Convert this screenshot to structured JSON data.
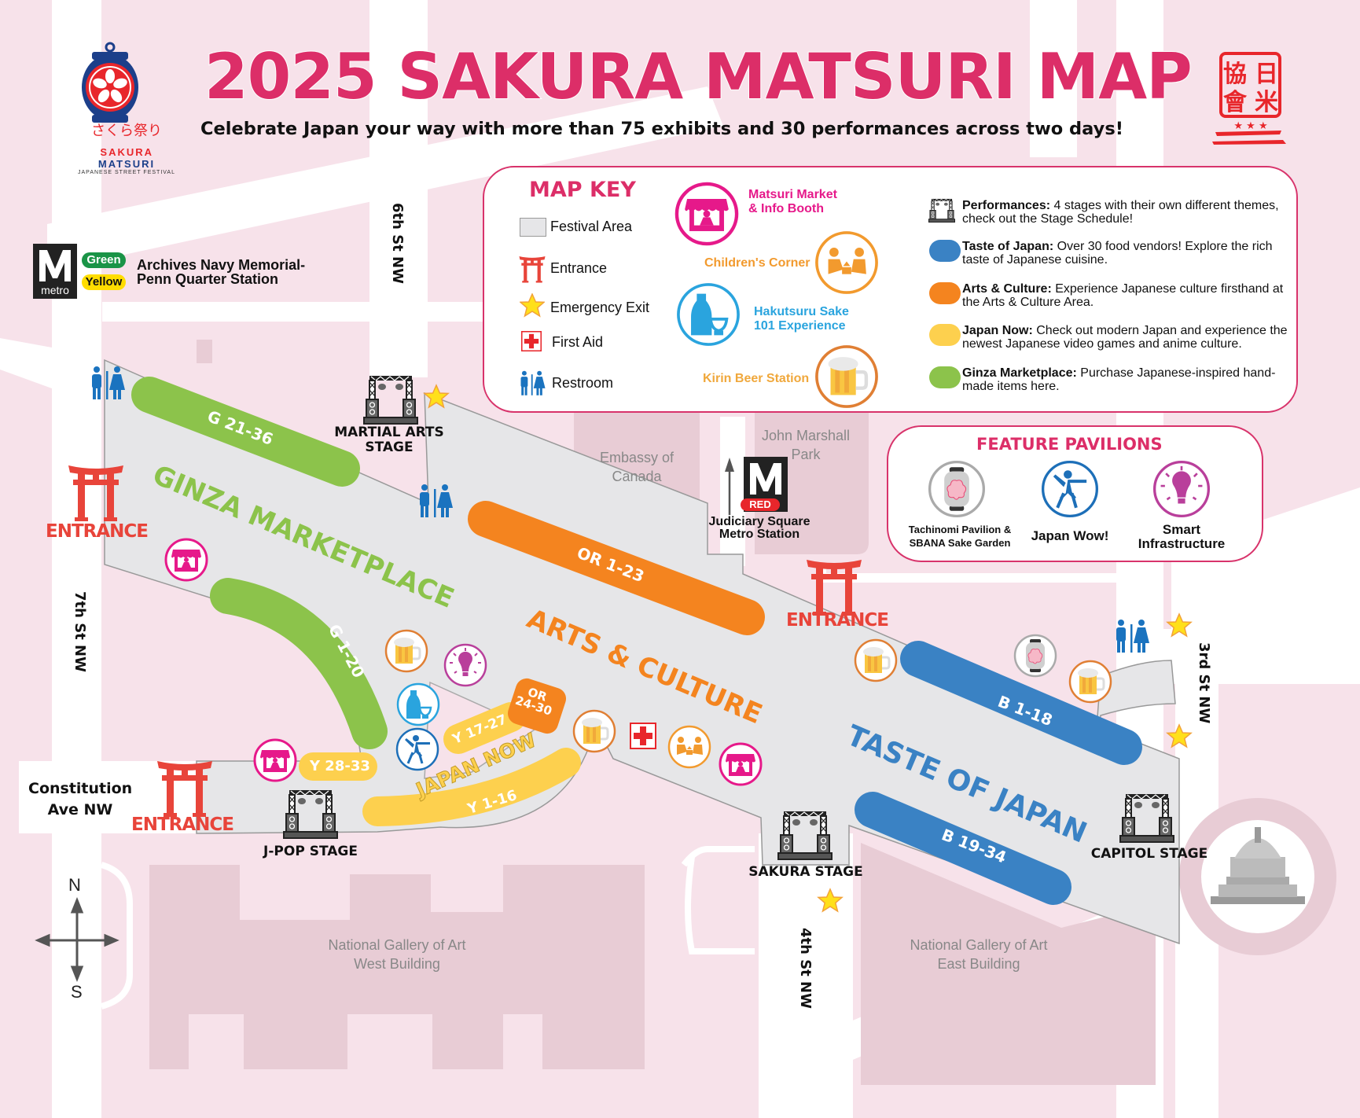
{
  "header": {
    "title": "2025 SAKURA MATSURI MAP",
    "subtitle": "Celebrate Japan your way with more than 75 exhibits and 30 performances across two days!",
    "logo": {
      "japanese": "さくら祭り",
      "name_part1": "SAKURA",
      "name_part2": "MATSURI",
      "tagline": "JAPANESE STREET FESTIVAL"
    },
    "seal": {
      "characters": "日米協會"
    }
  },
  "map_key": {
    "title": "MAP KEY",
    "items": [
      {
        "icon": "festival-area-swatch",
        "label": "Festival Area"
      },
      {
        "icon": "torii-gate-icon",
        "label": "Entrance"
      },
      {
        "icon": "star-icon",
        "label": "Emergency Exit"
      },
      {
        "icon": "first-aid-icon",
        "label": "First Aid"
      },
      {
        "icon": "restroom-icon",
        "label": "Restroom"
      }
    ],
    "services": [
      {
        "icon": "market-booth-icon",
        "label_line1": "Matsuri Market",
        "label_line2": "& Info Booth",
        "color": "#e6198a"
      },
      {
        "icon": "children-icon",
        "label_line1": "Children's Corner",
        "color": "#f29a2e"
      },
      {
        "icon": "sake-icon",
        "label_line1": "Hakutsuru Sake",
        "label_line2": "101 Experience",
        "color": "#2aa4de"
      },
      {
        "icon": "beer-icon",
        "label_line1": "Kirin Beer Station",
        "color": "#f0a83c"
      }
    ],
    "zones": [
      {
        "name": "Performances:",
        "desc": " 4 stages with their own different themes, check out the Stage Schedule!",
        "color": "stage"
      },
      {
        "name": "Taste of Japan:",
        "desc": " Over 30 food vendors! Explore the rich taste of Japanese cuisine.",
        "color": "#3a82c4"
      },
      {
        "name": "Arts & Culture:",
        "desc": " Experience Japanese culture firsthand at the Arts & Culture Area.",
        "color": "#f4841f"
      },
      {
        "name": "Japan Now:",
        "desc": " Check out modern Japan and experience the newest Japanese video games and anime culture.",
        "color": "#fdd04e"
      },
      {
        "name": "Ginza Marketplace:",
        "desc": " Purchase Japanese-inspired hand-made items here.",
        "color": "#8cc34b"
      }
    ]
  },
  "feature_pavilions": {
    "title": "FEATURE PAVILIONS",
    "items": [
      {
        "icon": "lantern-icon",
        "label_line1": "Tachinomi Pavilion &",
        "label_line2": "SBANA Sake Garden"
      },
      {
        "icon": "japan-wow-icon",
        "label_line1": "Japan Wow!"
      },
      {
        "icon": "lightbulb-icon",
        "label_line1": "Smart",
        "label_line2": "Infrastructure"
      }
    ]
  },
  "metro": {
    "archives": {
      "logo_text": "metro",
      "lines": [
        "Green",
        "Yellow"
      ],
      "line1": "Archives Navy Memorial-",
      "line2": "Penn Quarter Station"
    },
    "judiciary": {
      "logo_text": "metro",
      "line": "RED",
      "line1": "Judiciary Square",
      "line2": "Metro Station"
    }
  },
  "streets": {
    "sixth": "6th St NW",
    "seventh": "7th St NW",
    "fourth": "4th St NW",
    "third": "3rd St NW",
    "constitution_line1": "Constitution",
    "constitution_line2": "Ave NW"
  },
  "buildings": {
    "embassy_line1": "Embassy of",
    "embassy_line2": "Canada",
    "park_line1": "John Marshall",
    "park_line2": "Park",
    "nga_west_line1": "National Gallery of Art",
    "nga_west_line2": "West Building",
    "nga_east_line1": "National Gallery of Art",
    "nga_east_line2": "East Building"
  },
  "zones": {
    "ginza": "GINZA MARKETPLACE",
    "arts": "ARTS & CULTURE",
    "japan_now": "JAPAN NOW",
    "taste": "TASTE OF JAPAN"
  },
  "stalls": {
    "g21": "G 21-36",
    "g1": "G 1-20",
    "or1": "OR 1-23",
    "or24_l1": "OR",
    "or24_l2": "24-30",
    "y17": "Y 17-27",
    "y28": "Y 28-33",
    "y1": "Y 1-16",
    "b1": "B 1-18",
    "b19": "B 19-34"
  },
  "stages": {
    "martial_l1": "MARTIAL ARTS",
    "martial_l2": "STAGE",
    "jpop": "J-POP STAGE",
    "sakura": "SAKURA STAGE",
    "capitol": "CAPITOL STAGE"
  },
  "entrances": {
    "label": "ENTRANCE"
  },
  "compass": {
    "north": "N",
    "south": "S"
  },
  "colors": {
    "brand_pink": "#dc2e68",
    "ginza_green": "#8cc34b",
    "arts_orange": "#f4841f",
    "japan_now_yellow": "#fdd04e",
    "taste_blue": "#3a82c4",
    "entrance_red": "#e8443a",
    "festival_gray": "#e6e6e8",
    "background_pink": "#f7e2ea",
    "building_pink": "#e8ccd5"
  }
}
